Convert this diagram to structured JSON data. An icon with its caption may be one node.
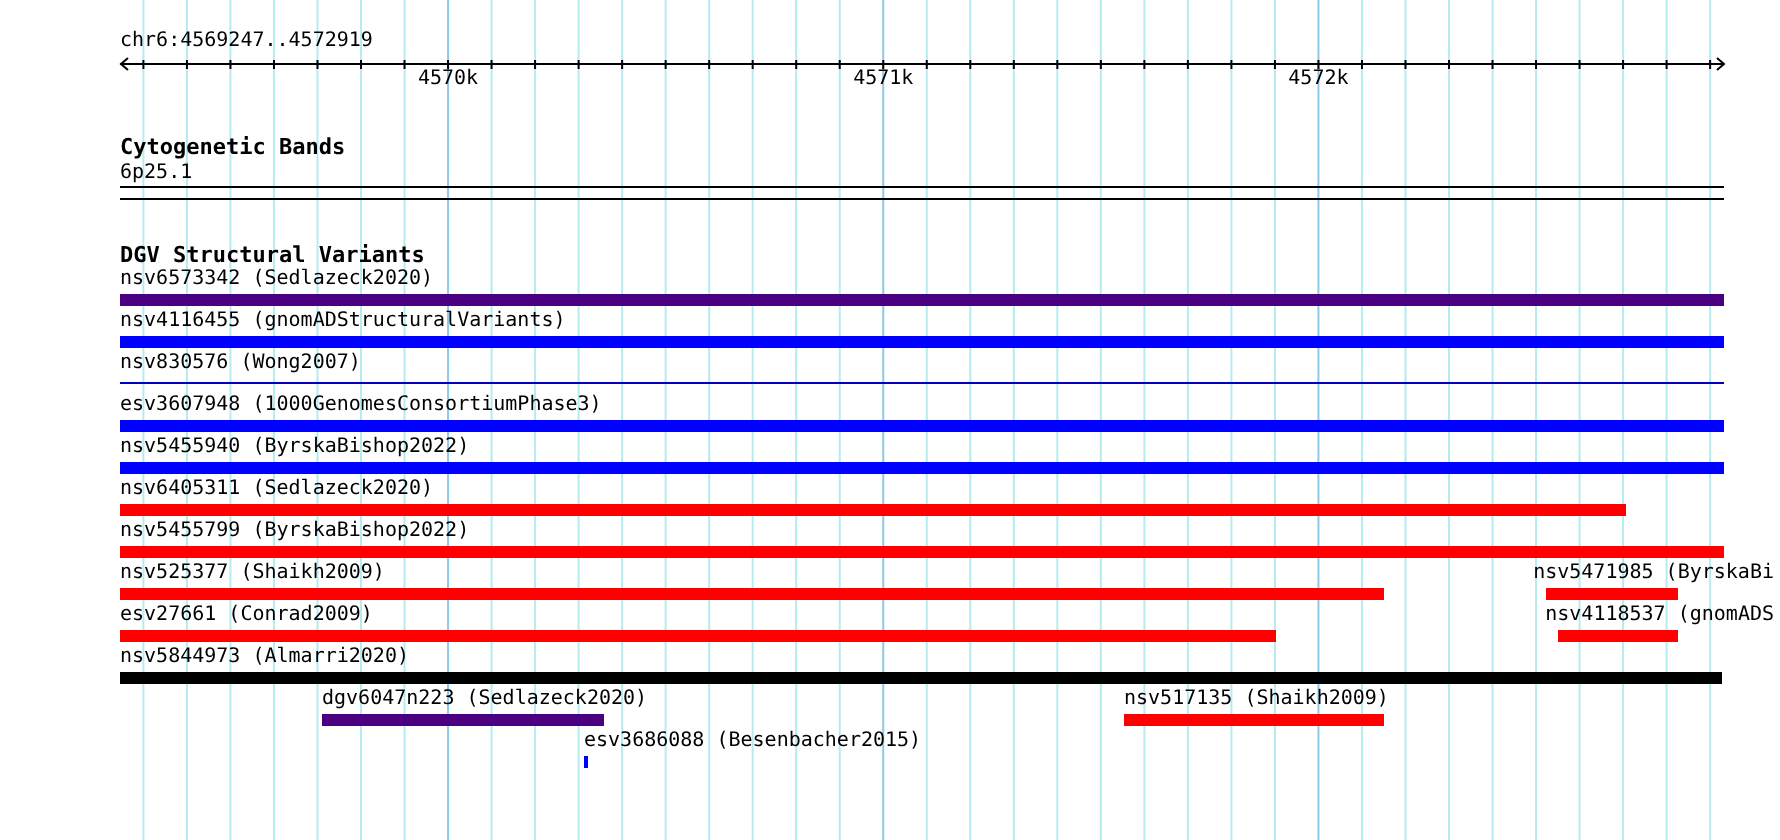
{
  "diagram": {
    "title": "chr6:4569247..4572919",
    "nodes": [
      {
        "text": [
          "6p25.1"
        ]
      },
      {
        "text": [
          "nsv6573342 (Sedlazeck2020)"
        ]
      },
      {
        "text": [
          "nsv4116455 (gnomADStructuralVariants)"
        ]
      },
      {
        "text": [
          "nsv830576 (Wong2007)"
        ]
      },
      {
        "text": [
          "esv3607948 (1000GenomesConsortiumPhase3)"
        ]
      },
      {
        "text": [
          "nsv5455940 (ByrskaBishop2022)"
        ]
      },
      {
        "text": [
          "nsv6405311 (Sedlazeck2020)"
        ]
      },
      {
        "text": [
          "nsv5455799 (ByrskaBishop2022)"
        ]
      },
      {
        "text": [
          "nsv525377 (Shaikh2009)"
        ]
      },
      {
        "text": [
          "nsv5471985 (ByrskaBi"
        ]
      },
      {
        "text": [
          "esv27661 (Conrad2009)"
        ]
      },
      {
        "text": [
          "nsv4118537 (gnomADS"
        ]
      },
      {
        "text": [
          "nsv5844973 (Almarri2020)"
        ]
      },
      {
        "text": [
          "dgv6047n223 (Sedlazeck2020)"
        ]
      },
      {
        "text": [
          "nsv517135 (Shaikh2009)"
        ]
      },
      {
        "text": [
          "esv3686088 (Besenbacher2015)"
        ]
      }
    ],
    "labels": [
      "4570k",
      "4571k",
      "4572k",
      "Cytogenetic Bands",
      "DGV Structural Variants"
    ]
  }
}
